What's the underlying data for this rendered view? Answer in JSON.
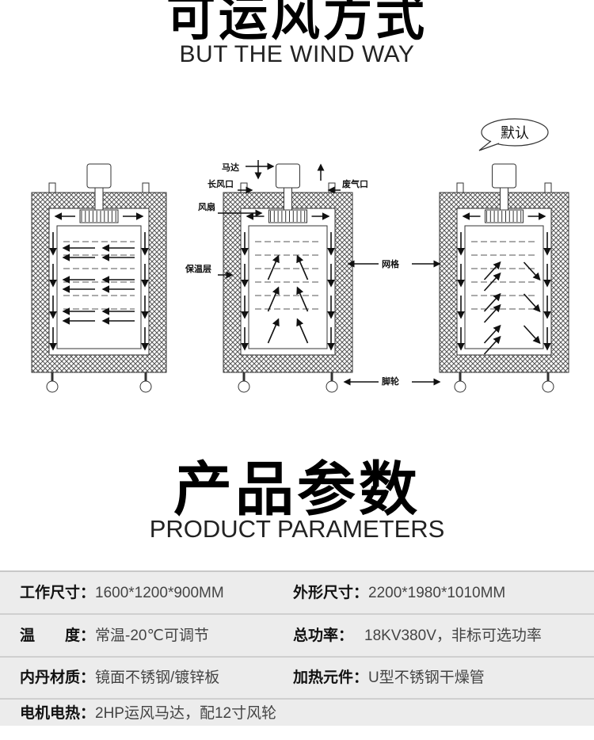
{
  "section1": {
    "title": "可运风方式",
    "subtitle": "BUT THE WIND WAY"
  },
  "diagram": {
    "bubble": "默认",
    "labels": {
      "motor": "马达",
      "inlet": "长风口",
      "exhaust": "废气口",
      "fan": "风扇",
      "insulation": "保温层",
      "grid": "网格",
      "wheel": "脚轮"
    }
  },
  "section2": {
    "title": "产品参数",
    "subtitle": "PRODUCT PARAMETERS"
  },
  "params": [
    [
      {
        "k": "工作尺寸：",
        "v": "1600*1200*900MM"
      },
      {
        "k": "外形尺寸：",
        "v": "2200*1980*1010MM"
      }
    ],
    [
      {
        "k": "温　　度：",
        "v": "常温-20℃可调节"
      },
      {
        "k": "总功率：",
        "v": "18KV380V，非标可选功率"
      }
    ],
    [
      {
        "k": "内丹材质：",
        "v": "镜面不锈钢/镀锌板"
      },
      {
        "k": "加热元件：",
        "v": "U型不锈钢干燥管"
      }
    ],
    [
      {
        "k": "电机电热：",
        "v": "2HP运风马达，配12寸风轮"
      }
    ]
  ]
}
